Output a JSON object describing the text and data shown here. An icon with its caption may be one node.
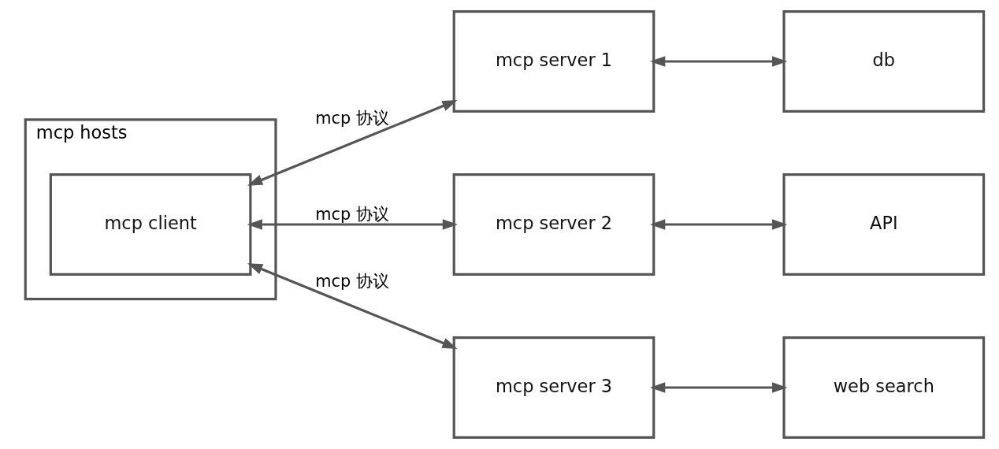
{
  "diagram": {
    "nodes": [
      {
        "text": [
          "mcp hosts"
        ]
      },
      {
        "text": [
          "mcp client"
        ],
        "in": 0
      },
      {
        "text": [
          "mcp server 1"
        ]
      },
      {
        "text": [
          "db"
        ]
      },
      {
        "text": [
          "mcp server 2"
        ]
      },
      {
        "text": [
          "API"
        ]
      },
      {
        "text": [
          "mcp server 3"
        ]
      },
      {
        "text": [
          "web search"
        ]
      }
    ],
    "edges": [
      {
        "from": 1,
        "to": 2,
        "arrow": "both",
        "label": "mcp 协议"
      },
      {
        "from": 1,
        "to": 4,
        "arrow": "both",
        "label": "mcp 协议"
      },
      {
        "from": 1,
        "to": 6,
        "arrow": "both",
        "label": "mcp 协议"
      },
      {
        "from": 2,
        "to": 3,
        "arrow": "both"
      },
      {
        "from": 4,
        "to": 5,
        "arrow": "both"
      },
      {
        "from": 6,
        "to": 7,
        "arrow": "both"
      }
    ]
  }
}
